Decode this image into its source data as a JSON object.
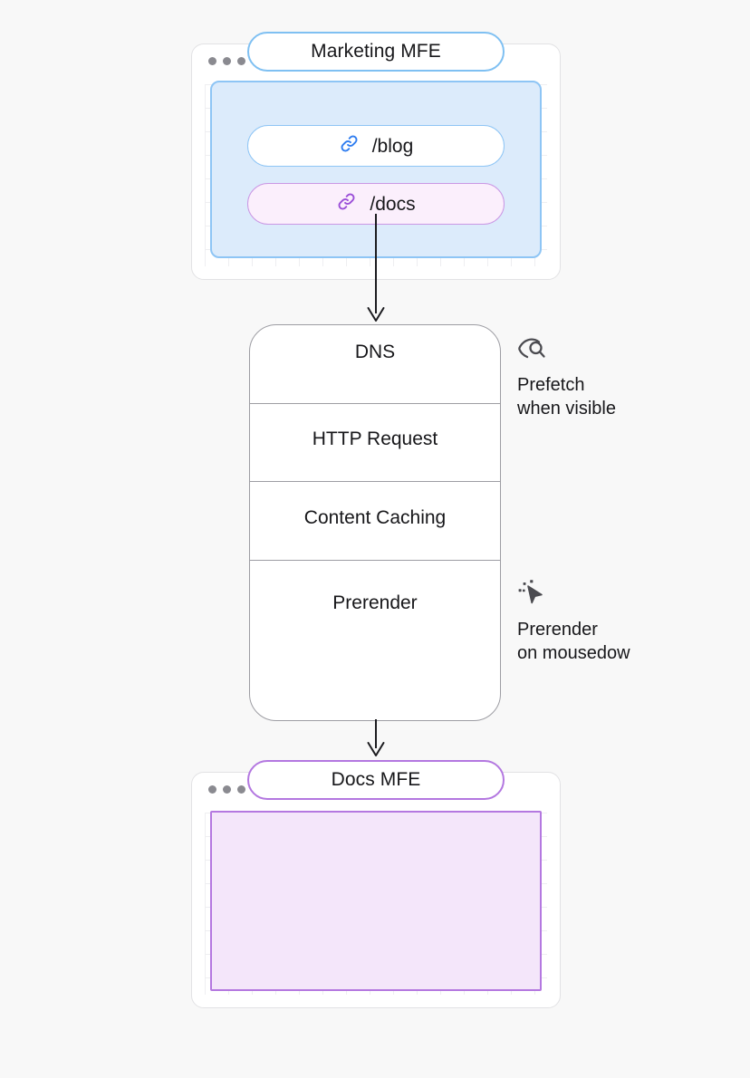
{
  "background_color": "#f8f8f8",
  "accents": {
    "blue_border": "#8ec5f5",
    "blue_fill": "#dcebfb",
    "purple_border": "#b478e0",
    "purple_fill": "#f4e6fa",
    "link_blue": "#2f7df0",
    "link_purple": "#9b4fd8",
    "stack_stroke": "#9d9da3",
    "text": "#17171a"
  },
  "top_window": {
    "title": "Marketing MFE",
    "routes": [
      {
        "label": "/blog",
        "icon": "link-icon",
        "variant": "blue"
      },
      {
        "label": "/docs",
        "icon": "link-icon",
        "variant": "purple"
      }
    ]
  },
  "pipeline": {
    "steps": [
      {
        "label": "DNS"
      },
      {
        "label": "HTTP Request"
      },
      {
        "label": "Content Caching"
      },
      {
        "label": "Prerender"
      }
    ]
  },
  "annotations": [
    {
      "icon": "eye-search-icon",
      "text": "Prefetch\nwhen visible"
    },
    {
      "icon": "cursor-click-icon",
      "text": "Prerender\non mousedow"
    }
  ],
  "bottom_window": {
    "title": "Docs MFE"
  }
}
